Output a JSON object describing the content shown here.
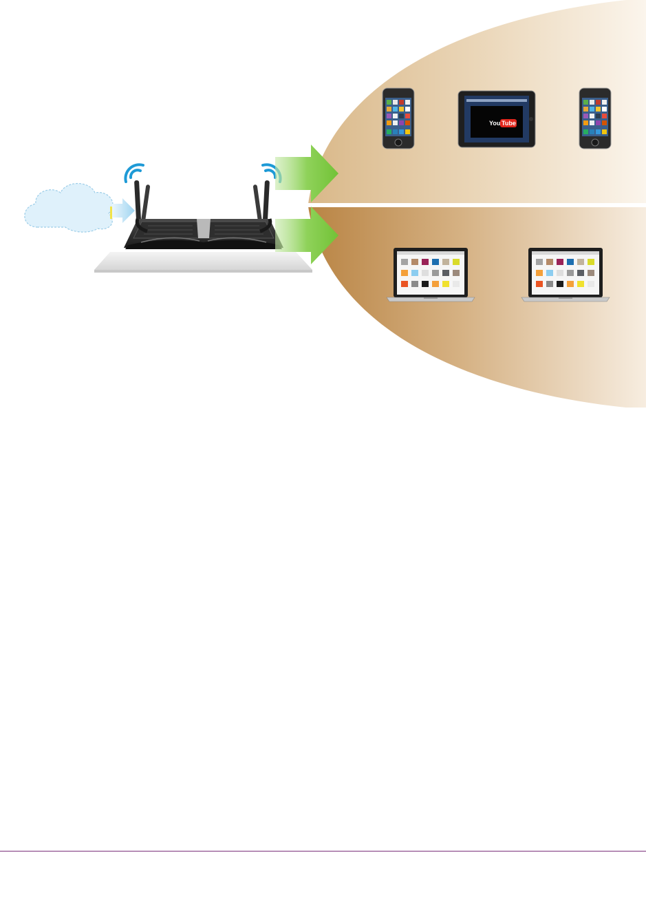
{
  "colors": {
    "band_light": "#f6ead9",
    "band_mid": "#e2c9a5",
    "band_dark": "#bd8a4d",
    "arrow_green": "#7ccb3f",
    "wifi_blue": "#1e9ad6",
    "cloud_blue": "#d9eef9",
    "footer_rule": "#7a2f7a",
    "youtube_red": "#e1261c"
  },
  "diagram": {
    "wan_source": {
      "icon": "cloud-icon"
    },
    "router": {
      "icon": "router-icon",
      "antenna_signal_icon": "wifi-signal-icon"
    },
    "bands": [
      {
        "name": "upper-band",
        "devices": [
          "smartphone",
          "tablet",
          "smartphone"
        ]
      },
      {
        "name": "lower-band",
        "devices": [
          "laptop",
          "laptop"
        ]
      }
    ],
    "tablet_screen_text": {
      "you": "You",
      "tube": "Tube"
    }
  }
}
